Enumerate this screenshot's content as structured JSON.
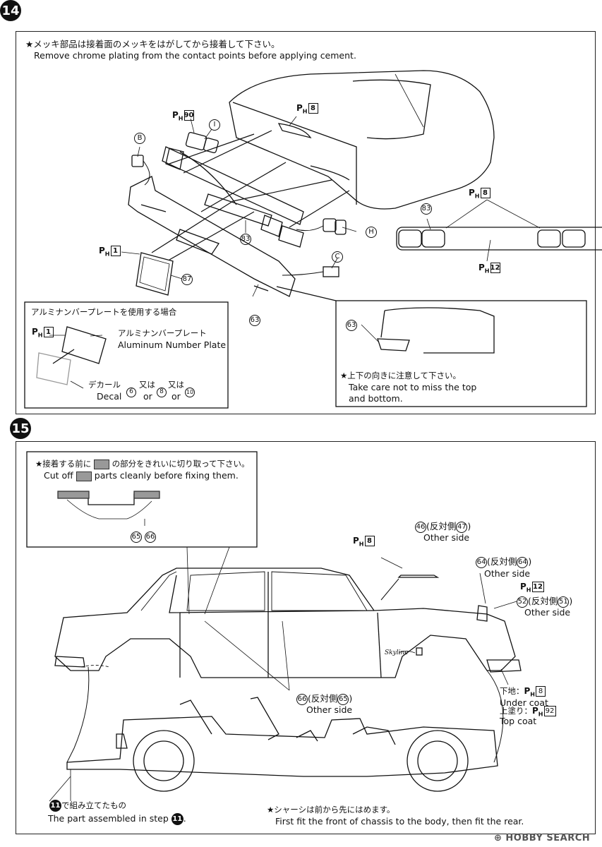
{
  "step14": {
    "number": "14",
    "note_jp": "★メッキ部品は接着面のメッキをはがしてから接着して下さい。",
    "note_en": "Remove chrome plating from the contact points before applying cement.",
    "labels": {
      "ph90": "90",
      "ph8_top": "8",
      "ph1": "1",
      "ph8_right": "8",
      "ph12": "12",
      "b": "B",
      "i": "I",
      "h": "H",
      "c": "C",
      "p83_center": "83",
      "p87": "87",
      "p63": "63",
      "p83_right": "83"
    },
    "aluminum_box": {
      "title": "アルミナンバープレートを使用する場合",
      "ph": "1",
      "plate_jp": "アルミナンバープレート",
      "plate_en": "Aluminum Number Plate",
      "decal_jp": "デカール",
      "decal_en": "Decal",
      "d1": "6",
      "d2": "8",
      "d3": "10",
      "or_jp": "又は",
      "or_en": "or"
    },
    "detail_box": {
      "part": "63",
      "note_jp": "★上下の向きに注意して下さい。",
      "note_en1": "Take care not to miss the top",
      "note_en2": "and bottom."
    }
  },
  "step15": {
    "number": "15",
    "cut_box": {
      "note_jp_a": "★接着する前に",
      "note_jp_b": "の部分をきれいに切り取って下さい。",
      "note_en_a": "Cut off",
      "note_en_b": "parts cleanly before fixing them.",
      "p65": "65",
      "p66": "66"
    },
    "parts": {
      "p46": "46",
      "p47": "47",
      "opp_jp": "(反対側",
      "other_side": "Other side",
      "ph8": "8",
      "p64": "64",
      "ph12": "12",
      "p52": "52",
      "p51": "51",
      "p66b": "66",
      "p65b": "65",
      "undercoat_jp": "下地：",
      "undercoat_en": "Under coat",
      "under_ph": "8",
      "topcoat_jp": "上塗り：",
      "topcoat_en": "Top coat",
      "top_ph": "92",
      "emblem": "Skyline"
    },
    "assembled": {
      "step": "11",
      "jp_suffix": "で組み立てたもの",
      "en": "The part assembled in step",
      "en_period": "."
    },
    "chassis_note_jp": "★シャーシは前から先にはめます。",
    "chassis_note_en": "First fit the front of chassis to the body, then fit the rear."
  },
  "watermark": "HOBBY SEARCH"
}
